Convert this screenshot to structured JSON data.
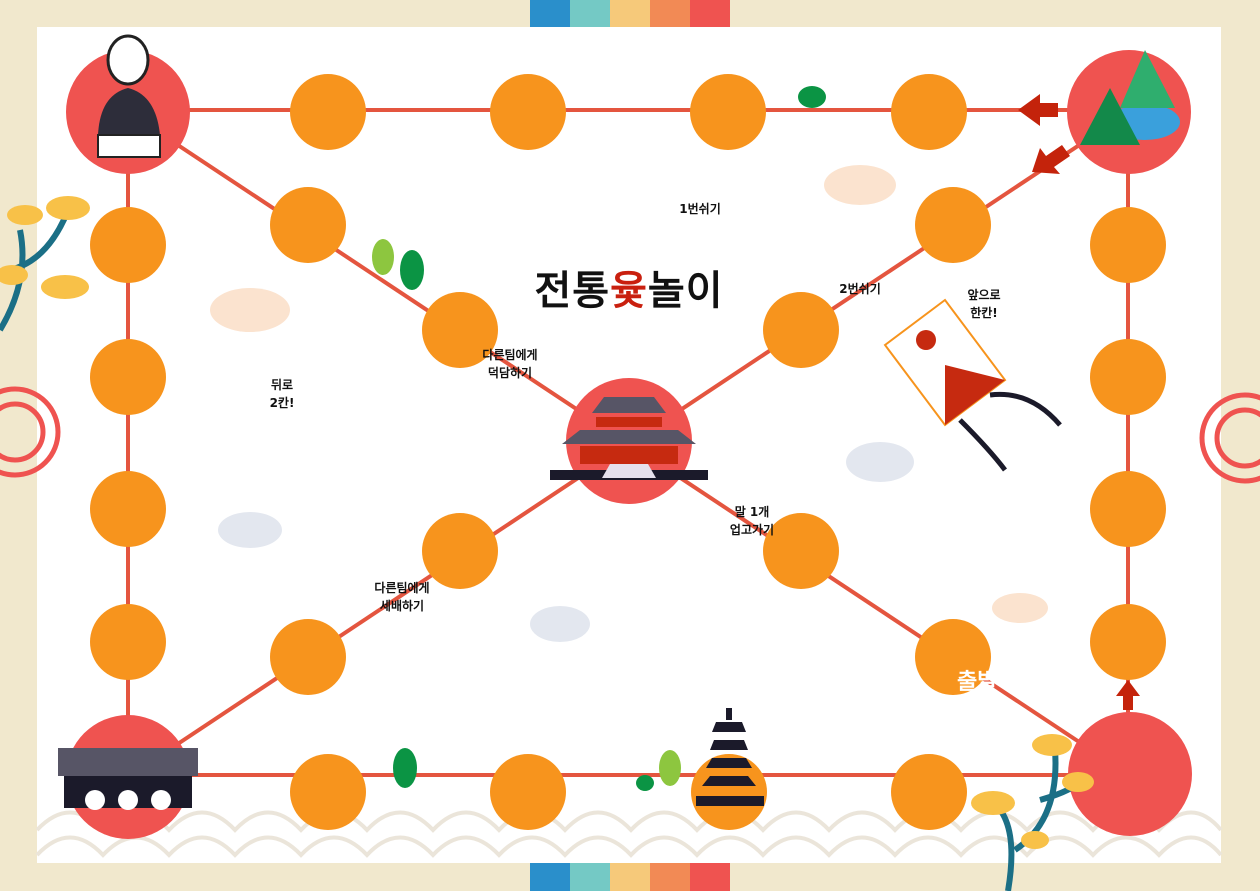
{
  "title": {
    "part1": "전통",
    "highlight": "윷",
    "part2": "놀이"
  },
  "labels": {
    "rest1": "1번쉬기",
    "rest2": "2번쉬기",
    "forward1_l1": "앞으로",
    "forward1_l2": "한칸!",
    "back2_l1": "뒤로",
    "back2_l2": "2칸!",
    "dance_l1": "다른팀에게",
    "dance_l2": "덕담하기",
    "bow_l1": "다른팀에게",
    "bow_l2": "세배하기",
    "carry_l1": "말 1개",
    "carry_l2": "업고가기",
    "start": "출발"
  },
  "colors": {
    "frame": "#f1e8cd",
    "board": "#ffffff",
    "space": "#f7941d",
    "corner": "#ef5350",
    "path": "#e4553f",
    "arrow": "#c4230b",
    "title_highlight": "#c9200f",
    "strip": [
      "#2a8fcb",
      "#74c9c5",
      "#f6c97a",
      "#f28a55",
      "#ef5350"
    ]
  },
  "icons": [
    "buddha-statue-icon",
    "mountain-icon",
    "palace-icon",
    "fortress-gate-icon",
    "pagoda-icon",
    "kite-icon",
    "pine-tree-icon",
    "cloud-icon",
    "tree-icon",
    "arrow-icon",
    "lattice-ornament-icon"
  ]
}
